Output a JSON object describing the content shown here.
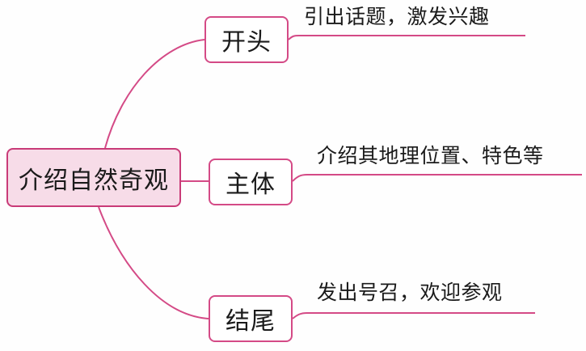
{
  "diagram": {
    "root": "介绍自然奇观",
    "branches": [
      {
        "label": "开头",
        "note": "引出话题，激发兴趣"
      },
      {
        "label": "主体",
        "note": "介绍其地理位置、特色等"
      },
      {
        "label": "结尾",
        "note": "发出号召，欢迎参观"
      }
    ]
  },
  "colors": {
    "line": "#d44a86",
    "root_fill": "#f7dce8",
    "border": "#d44a86"
  }
}
